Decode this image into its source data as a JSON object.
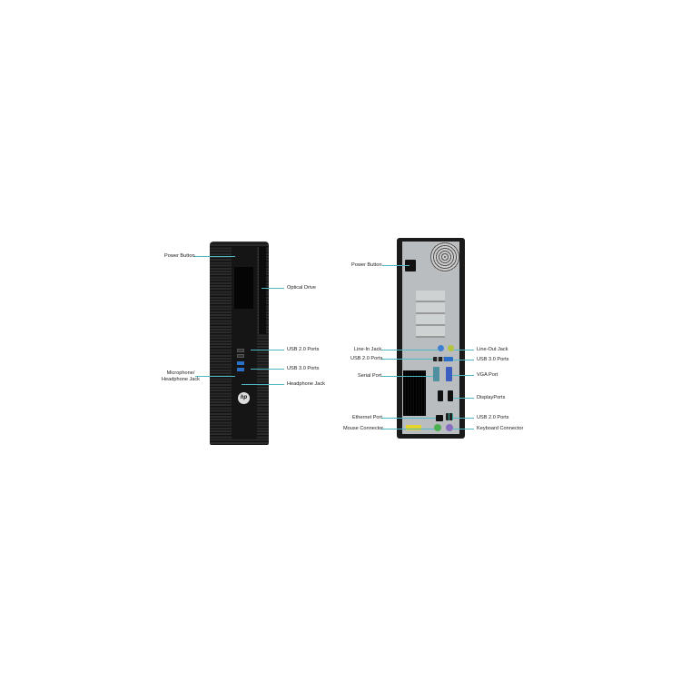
{
  "front_view": {
    "labels": {
      "power_button": "Power Button",
      "optical_drive": "Optical Drive",
      "usb2_ports": "USB 2.0 Ports",
      "usb3_ports": "USB 3.0 Ports",
      "mic_jack_line1": "Microphone/",
      "mic_jack_line2": "Headphone Jack",
      "headphone_jack": "Headphone Jack"
    },
    "logo": "hp"
  },
  "rear_view": {
    "labels": {
      "power_button": "Power Button",
      "line_in_jack": "Line-In Jack",
      "usb2_ports_left": "USB 2.0 Ports",
      "serial_port": "Serial Port",
      "ethernet_port": "Ethernet Port",
      "mouse_connector": "Mouse Connector",
      "line_out_jack": "Line-Out Jack",
      "usb3_ports": "USB 3.0 Ports",
      "vga_port": "VGA Port",
      "displayports": "DisplayPorts",
      "usb2_ports_right": "USB 2.0 Ports",
      "keyboard_connector": "Keyboard Connector"
    }
  },
  "colors": {
    "leader_line": "#4fb8c4",
    "usb3": "#2a6fc9"
  }
}
